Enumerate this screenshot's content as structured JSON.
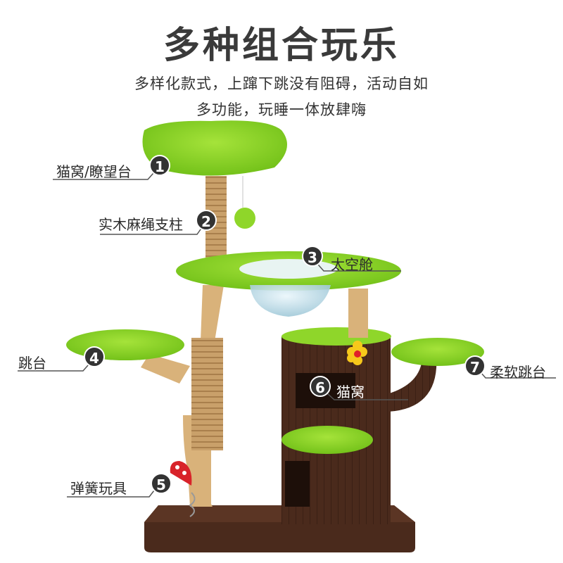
{
  "header": {
    "title": "多种组合玩乐",
    "subtitle_line1": "多样化款式，上蹿下跳没有阻碍，活动自如",
    "subtitle_line2": "多功能，玩睡一体放肆嗨"
  },
  "callouts": [
    {
      "num": "1",
      "label": "猫窝/瞭望台"
    },
    {
      "num": "2",
      "label": "实木麻绳支柱"
    },
    {
      "num": "3",
      "label": "太空舱"
    },
    {
      "num": "4",
      "label": "跳台"
    },
    {
      "num": "5",
      "label": "弹簧玩具"
    },
    {
      "num": "6",
      "label": "猫窝"
    },
    {
      "num": "7",
      "label": "柔软跳台"
    }
  ],
  "colors": {
    "plush_green": "#8fd62a",
    "trunk_brown": "#4a2a1c",
    "wood": "#d9b27a",
    "rope": "#c7a070",
    "flower": "#f6c81b"
  }
}
